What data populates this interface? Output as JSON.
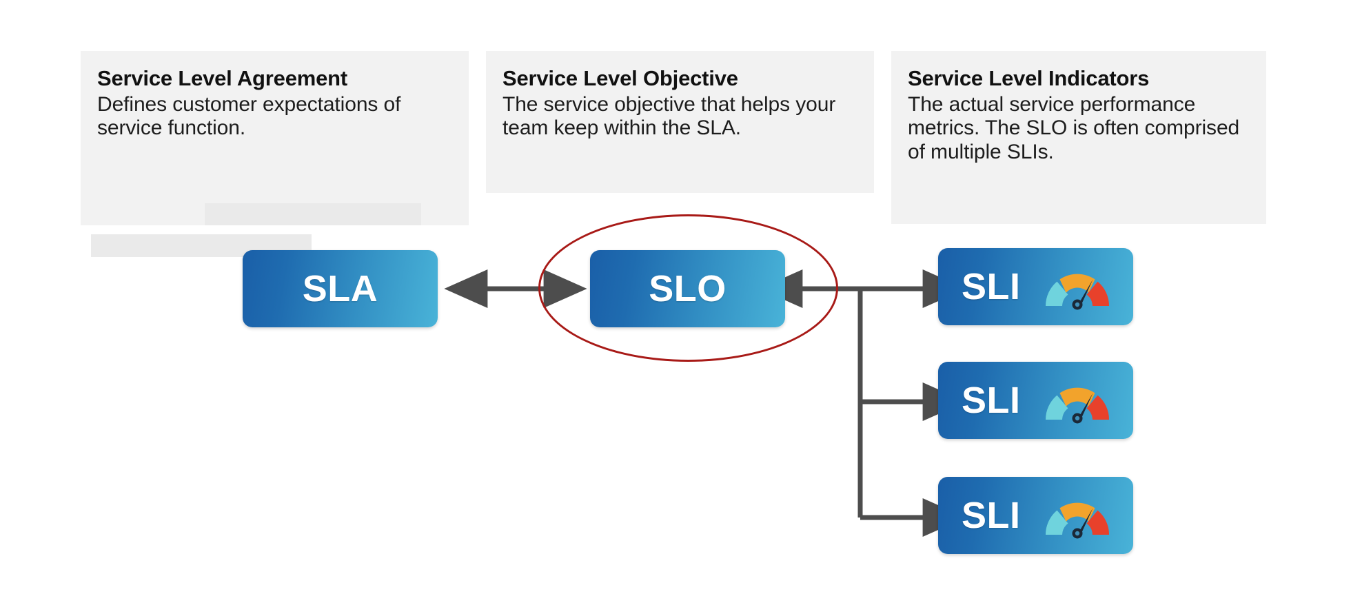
{
  "diagram": {
    "title": "SLA / SLO / SLI relationship diagram",
    "colors": {
      "card_background": "#f2f2f2",
      "redaction_block": "#eaeaea",
      "badge_gradient_start": "#1a5fa8",
      "badge_gradient_end": "#49b3d8",
      "badge_text": "#ffffff",
      "connector": "#4d4d4d",
      "highlight_ellipse": "#a81a17",
      "gauge_low": "#6fd3dd",
      "gauge_mid": "#f2a32c",
      "gauge_high": "#e8412b",
      "gauge_needle": "#1b2838"
    }
  },
  "cards": [
    {
      "id": "sla",
      "title": "Service Level Agreement",
      "body": "Defines customer expectations of service function.",
      "redactions": 2
    },
    {
      "id": "slo",
      "title": "Service Level Objective",
      "body": "The service objective that helps your team keep within the SLA.",
      "redactions": 0
    },
    {
      "id": "sli",
      "title": "Service Level Indicators",
      "body": "The actual service performance metrics. The SLO is often comprised of multiple SLIs.",
      "redactions": 0
    }
  ],
  "badges": {
    "sla": {
      "label": "SLA",
      "has_gauge": false
    },
    "slo": {
      "label": "SLO",
      "has_gauge": false
    },
    "sli_1": {
      "label": "SLI",
      "has_gauge": true
    },
    "sli_2": {
      "label": "SLI",
      "has_gauge": true
    },
    "sli_3": {
      "label": "SLI",
      "has_gauge": true
    }
  },
  "connectors": [
    {
      "name": "sla-slo",
      "from": "SLA",
      "to": "SLO",
      "style": "double-headed-arrow"
    },
    {
      "name": "slo-sli-branch",
      "from": "SLO",
      "to": "SLI",
      "style": "double-headed-arrow-with-branch"
    },
    {
      "name": "branch-sli-2",
      "from": "trunk",
      "to": "SLI",
      "style": "arrow"
    },
    {
      "name": "branch-sli-3",
      "from": "trunk",
      "to": "SLI",
      "style": "arrow"
    }
  ],
  "annotation": {
    "name": "slo-highlight-ellipse",
    "shape": "ellipse",
    "targets": "SLO",
    "color": "#a81a17"
  },
  "icons": {
    "gauge": "gauge-icon"
  }
}
